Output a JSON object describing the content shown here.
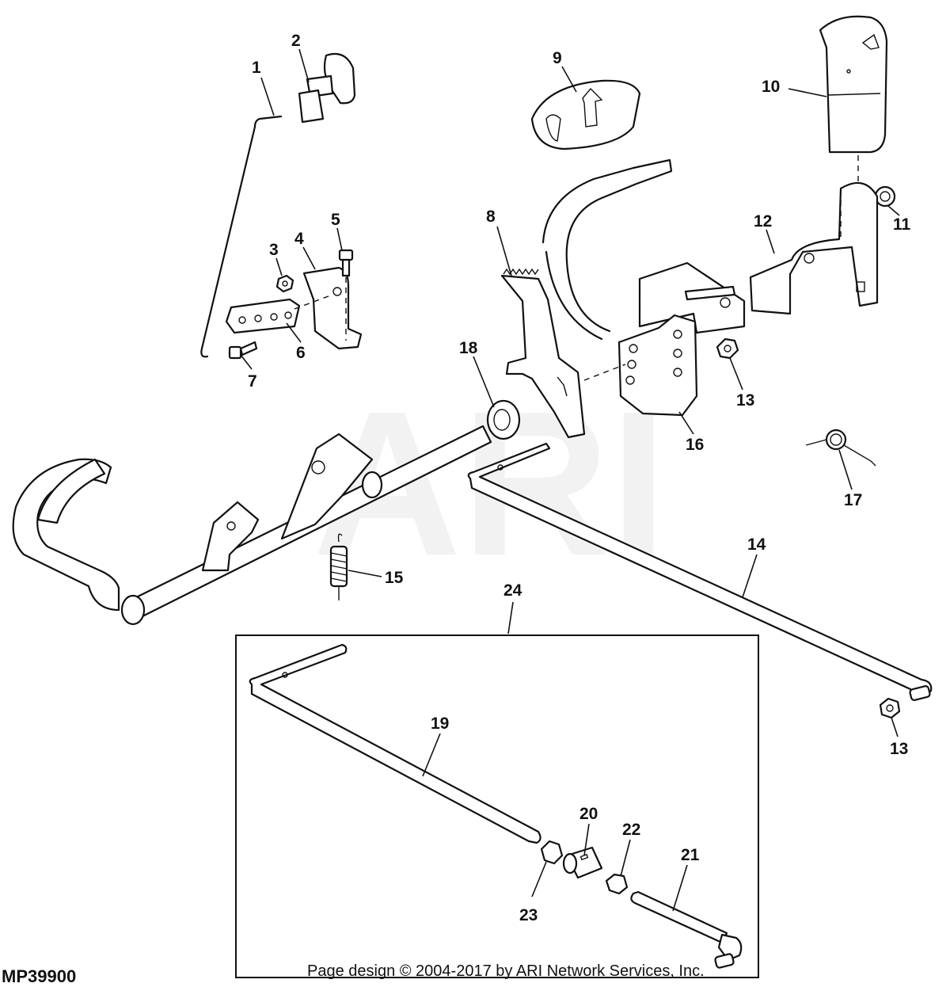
{
  "diagram": {
    "code": "MP39900",
    "watermark": "ARI",
    "footer": "Page design © 2004-2017 by ARI Network Services, Inc.",
    "callouts": [
      {
        "id": "c1",
        "label": "1"
      },
      {
        "id": "c2",
        "label": "2"
      },
      {
        "id": "c3",
        "label": "3"
      },
      {
        "id": "c4",
        "label": "4"
      },
      {
        "id": "c5",
        "label": "5"
      },
      {
        "id": "c6",
        "label": "6"
      },
      {
        "id": "c7",
        "label": "7"
      },
      {
        "id": "c8",
        "label": "8"
      },
      {
        "id": "c9",
        "label": "9"
      },
      {
        "id": "c10",
        "label": "10"
      },
      {
        "id": "c11",
        "label": "11"
      },
      {
        "id": "c12",
        "label": "12"
      },
      {
        "id": "c13a",
        "label": "13"
      },
      {
        "id": "c13b",
        "label": "13"
      },
      {
        "id": "c14",
        "label": "14"
      },
      {
        "id": "c15",
        "label": "15"
      },
      {
        "id": "c16",
        "label": "16"
      },
      {
        "id": "c17",
        "label": "17"
      },
      {
        "id": "c18",
        "label": "18"
      },
      {
        "id": "c19",
        "label": "19"
      },
      {
        "id": "c20",
        "label": "20"
      },
      {
        "id": "c21",
        "label": "21"
      },
      {
        "id": "c22",
        "label": "22"
      },
      {
        "id": "c23",
        "label": "23"
      },
      {
        "id": "c24",
        "label": "24"
      }
    ]
  }
}
